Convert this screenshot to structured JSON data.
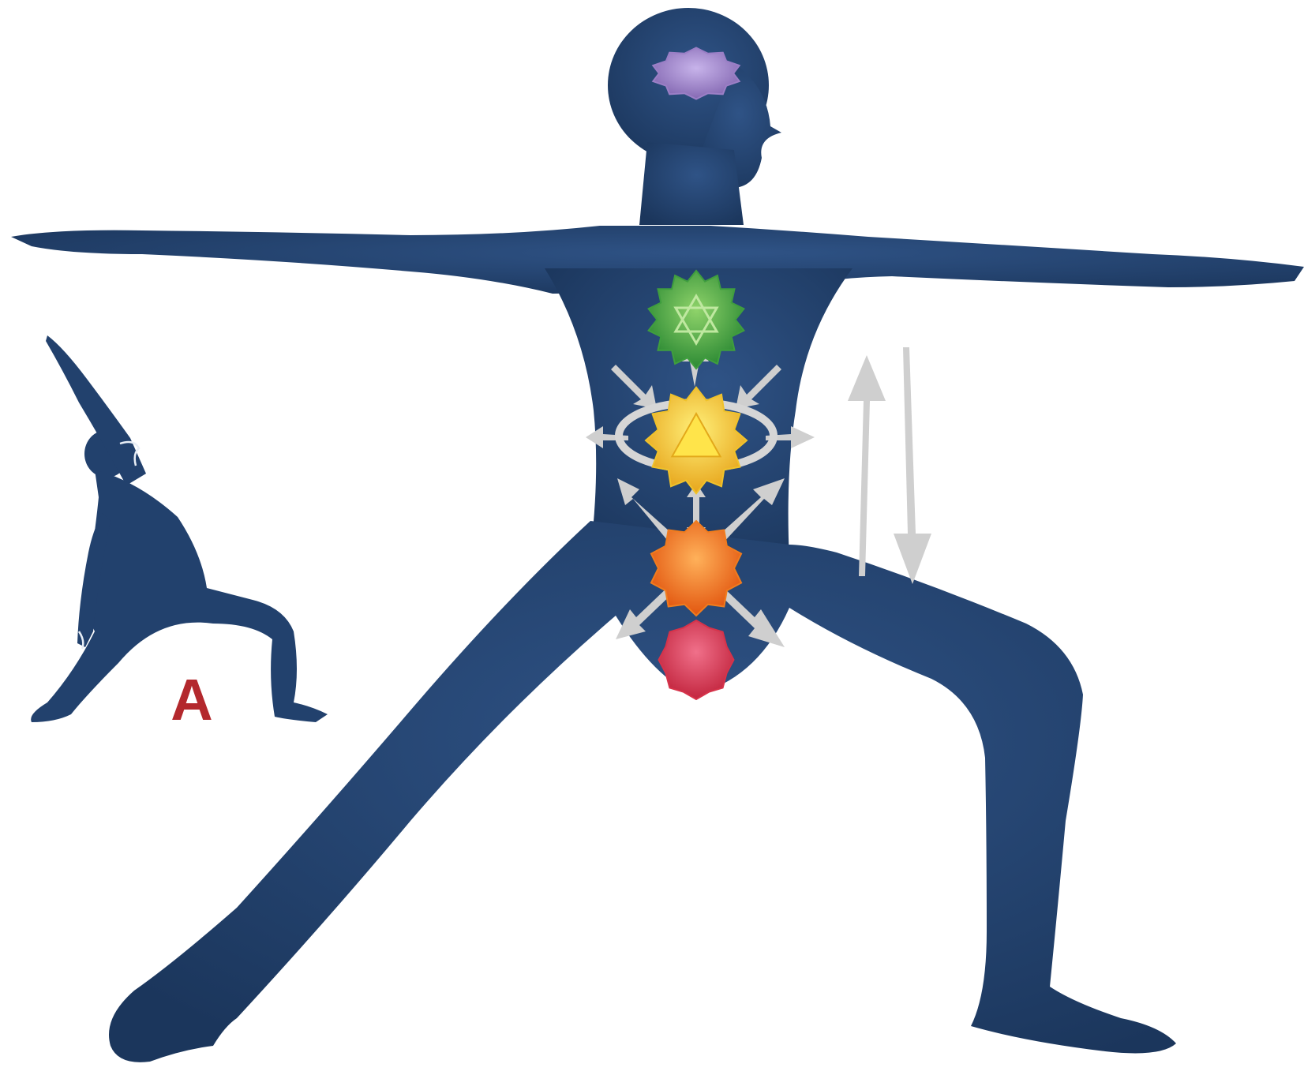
{
  "figure": {
    "label": "A",
    "colors": {
      "background": "#ffffff",
      "body": "#21416d",
      "body_shade": "#1a355a",
      "arrow": "#cfcfcf",
      "label": "#b3282d"
    },
    "chakras": [
      {
        "name": "crown",
        "color": "#9b7fc6"
      },
      {
        "name": "heart",
        "color": "#3f9e3e"
      },
      {
        "name": "solar-plexus",
        "color": "#f0c22a"
      },
      {
        "name": "sacral",
        "color": "#f07c1e"
      },
      {
        "name": "root",
        "color": "#d6334a"
      }
    ]
  }
}
